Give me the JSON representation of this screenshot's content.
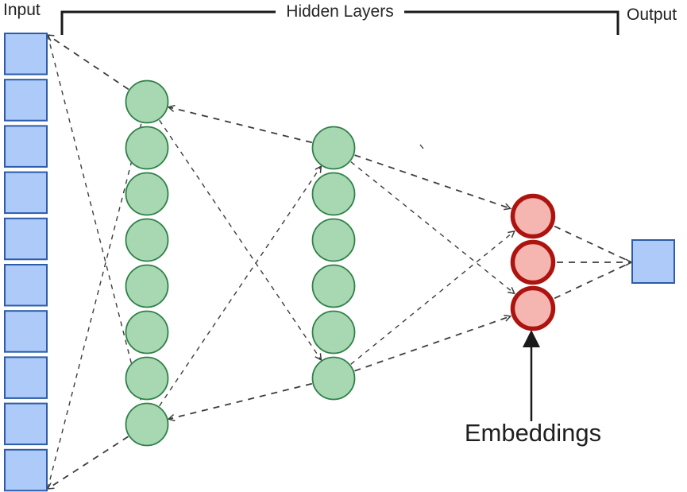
{
  "labels": {
    "input": "Input",
    "hidden_layers": "Hidden Layers",
    "output": "Output",
    "embeddings": "Embeddings"
  },
  "colors": {
    "square_fill": "#aecaf8",
    "square_stroke": "#2c5caa",
    "circle_fill": "#a8d8b2",
    "circle_stroke": "#2e8048",
    "embedding_fill": "#f5b5b0",
    "embedding_stroke": "#ad1410",
    "connection_line": "#3d3d3d",
    "bracket": "#1a1a1a",
    "arrow": "#1a1a1a"
  },
  "layers": {
    "input": {
      "shape": "square",
      "count": 10
    },
    "hidden1": {
      "shape": "circle",
      "count": 8
    },
    "hidden2": {
      "shape": "circle",
      "count": 6
    },
    "embeddings": {
      "shape": "circle",
      "count": 3
    },
    "output": {
      "shape": "square",
      "count": 1
    }
  },
  "connections": [
    {
      "from": "hidden1.top",
      "to": "input.top",
      "arrow": "end",
      "weight": "heavy"
    },
    {
      "from": "input.top",
      "to": "hidden1.bottom",
      "arrow": "none",
      "weight": "light"
    },
    {
      "from": "input.bottom",
      "to": "hidden1.top",
      "arrow": "none",
      "weight": "light"
    },
    {
      "from": "hidden1.bottom",
      "to": "input.bottom",
      "arrow": "end",
      "weight": "heavy"
    },
    {
      "from": "hidden2.top",
      "to": "hidden1.top",
      "arrow": "end",
      "weight": "heavy"
    },
    {
      "from": "hidden1.top",
      "to": "hidden2.bottom",
      "arrow": "end",
      "weight": "light"
    },
    {
      "from": "hidden1.bottom",
      "to": "hidden2.top",
      "arrow": "end",
      "weight": "light"
    },
    {
      "from": "hidden2.bottom",
      "to": "hidden1.bottom",
      "arrow": "end",
      "weight": "heavy"
    },
    {
      "from": "hidden2.top",
      "to": "embeddings.top",
      "arrow": "end",
      "weight": "heavy"
    },
    {
      "from": "hidden2.top",
      "to": "embeddings.bottom",
      "arrow": "end",
      "weight": "light"
    },
    {
      "from": "hidden2.bottom",
      "to": "embeddings.top",
      "arrow": "end",
      "weight": "light"
    },
    {
      "from": "hidden2.bottom",
      "to": "embeddings.bottom",
      "arrow": "end",
      "weight": "heavy"
    },
    {
      "from": "embeddings.top",
      "to": "output.left",
      "arrow": "none",
      "weight": "heavy"
    },
    {
      "from": "embeddings.mid",
      "to": "output.left",
      "arrow": "end",
      "weight": "heavy"
    },
    {
      "from": "embeddings.bottom",
      "to": "output.left",
      "arrow": "none",
      "weavy": "heavy",
      "weight": "heavy"
    }
  ],
  "annotation_arrow": {
    "points_to": "embeddings.bottom",
    "label": "Embeddings"
  }
}
